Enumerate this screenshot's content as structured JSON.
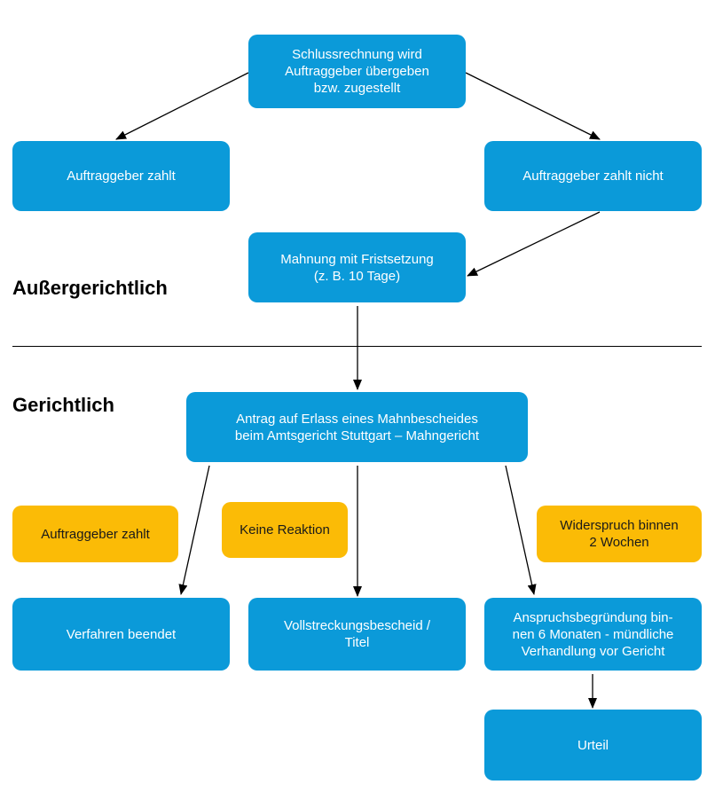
{
  "sections": {
    "outside": "Außergerichtlich",
    "court": "Gerichtlich"
  },
  "nodes": {
    "final_invoice": "Schlussrechnung wird\nAuftraggeber übergeben\nbzw. zugestellt",
    "client_pays_top": "Auftraggeber  zahlt",
    "client_not_pays": "Auftraggeber  zahlt  nicht",
    "reminder": "Mahnung mit Fristsetzung\n(z. B. 10 Tage)",
    "court_application": "Antrag auf Erlass eines Mahnbescheides\nbeim Amtsgericht Stuttgart – Mahngericht",
    "client_pays_court": "Auftraggeber zahlt",
    "no_reaction": "Keine  Reaktion",
    "objection": "Widerspruch binnen\n2 Wochen",
    "proceedings_ended": "Verfahren beendet",
    "enforcement": "Vollstreckungsbescheid  /\nTitel",
    "claim_justification": "Anspruchsbegründung bin-\nnen 6 Monaten - mündliche\nVerhandlung vor Gericht",
    "judgment": "Urteil"
  },
  "colors": {
    "blue": "#0b9ad9",
    "orange": "#fbbb06",
    "line": "#000000"
  }
}
